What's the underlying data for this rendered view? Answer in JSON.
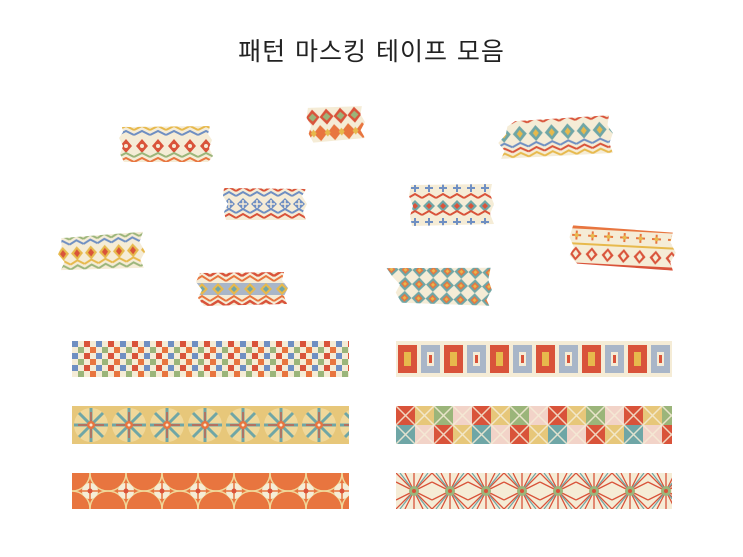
{
  "title": "패턴 마스킹 테이프 모음",
  "colors": {
    "cream": "#f5ecd6",
    "red": "#d9533a",
    "orange": "#e8753f",
    "mustard": "#e7b94c",
    "sage": "#9bb57a",
    "blue": "#6f8fc2",
    "teal": "#6fa6a6",
    "dark": "#3f4a6b"
  },
  "pieces": [
    {
      "id": "tape-piece-1",
      "pattern": "chevron-diamond"
    },
    {
      "id": "tape-piece-2",
      "pattern": "diamond-lattice"
    },
    {
      "id": "tape-piece-3",
      "pattern": "diamond-zigzag"
    },
    {
      "id": "tape-piece-4",
      "pattern": "zigzag-star"
    },
    {
      "id": "tape-piece-5",
      "pattern": "blue-diamond-star"
    },
    {
      "id": "tape-piece-6",
      "pattern": "star-zigzag"
    },
    {
      "id": "tape-piece-7",
      "pattern": "star-diamond-border"
    },
    {
      "id": "tape-piece-8",
      "pattern": "zigzag-diamond"
    },
    {
      "id": "tape-piece-9",
      "pattern": "diamond-grid"
    }
  ],
  "strips": [
    {
      "id": "tape-strip-checker",
      "pattern": "checkerboard"
    },
    {
      "id": "tape-strip-frames",
      "pattern": "rectangle-frames"
    },
    {
      "id": "tape-strip-starburst",
      "pattern": "starburst"
    },
    {
      "id": "tape-strip-x-tiles",
      "pattern": "x-tiles"
    },
    {
      "id": "tape-strip-circles",
      "pattern": "circle-lattice"
    },
    {
      "id": "tape-strip-fans",
      "pattern": "fan-medallion"
    }
  ]
}
